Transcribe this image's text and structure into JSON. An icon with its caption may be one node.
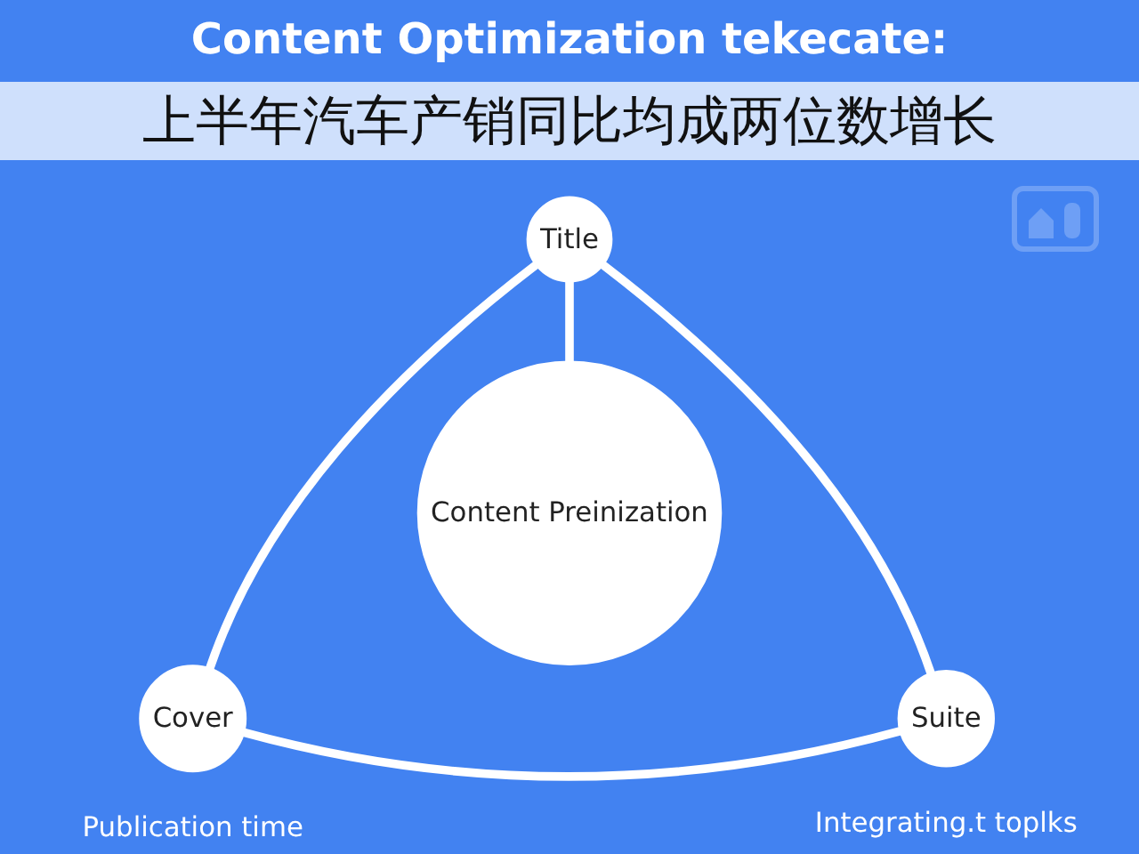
{
  "diagram": {
    "title": "Content Optimization tekecate:",
    "nodes": [
      {
        "text": [
          "Title"
        ]
      },
      {
        "text": [
          "Content Preinization"
        ]
      },
      {
        "text": [
          "Cover"
        ],
        "beside": [
          "Publication time"
        ]
      },
      {
        "text": [
          "Suite"
        ],
        "beside": [
          "Integrating.t toplks"
        ]
      }
    ],
    "edges": [
      {
        "from": 0,
        "to": 1,
        "arrow": "none"
      },
      {
        "from": 0,
        "to": 2,
        "arrow": "none"
      },
      {
        "from": 2,
        "to": 3,
        "arrow": "none"
      },
      {
        "from": 3,
        "to": 0,
        "arrow": "none"
      }
    ],
    "labels": [
      "上半年汽车产销同比均成两位数增长"
    ]
  }
}
